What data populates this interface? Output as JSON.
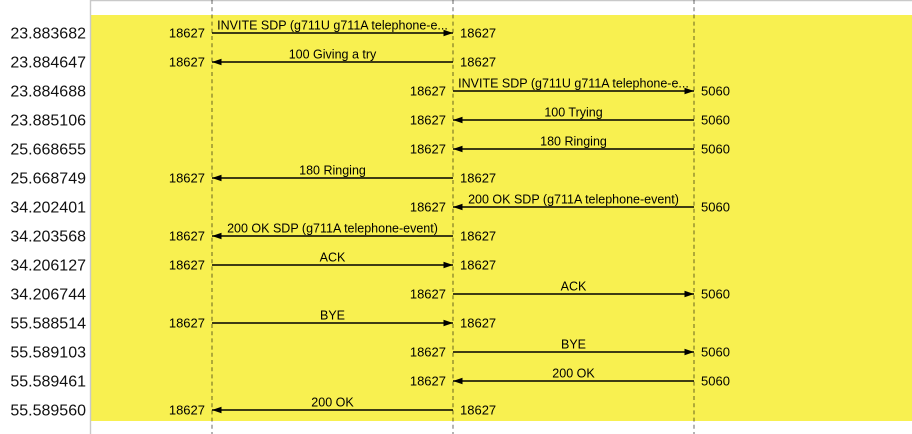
{
  "view": {
    "name": "VoIP call flow sequence",
    "timestamp_column_header": "",
    "port_labels_seen": [
      "18627",
      "5060"
    ]
  },
  "colors": {
    "canvas_yellow": "#F8F050",
    "border_gray": "#C9C9C9",
    "arrow_black": "#000000",
    "lifeline_gray": "rgba(0,0,0,0.45)",
    "timestamp_text": "#111111"
  },
  "messages": [
    {
      "time": "23.883682",
      "label": "INVITE SDP (g711U g711A telephone-e...",
      "from": 0,
      "to": 1,
      "src_port": "18627",
      "dst_port": "18627"
    },
    {
      "time": "23.884647",
      "label": "100 Giving a try",
      "from": 1,
      "to": 0,
      "src_port": "18627",
      "dst_port": "18627"
    },
    {
      "time": "23.884688",
      "label": "INVITE SDP (g711U g711A telephone-e...",
      "from": 1,
      "to": 2,
      "src_port": "18627",
      "dst_port": "5060"
    },
    {
      "time": "23.885106",
      "label": "100 Trying",
      "from": 2,
      "to": 1,
      "src_port": "5060",
      "dst_port": "18627"
    },
    {
      "time": "25.668655",
      "label": "180 Ringing",
      "from": 2,
      "to": 1,
      "src_port": "5060",
      "dst_port": "18627"
    },
    {
      "time": "25.668749",
      "label": "180 Ringing",
      "from": 1,
      "to": 0,
      "src_port": "18627",
      "dst_port": "18627"
    },
    {
      "time": "34.202401",
      "label": "200 OK SDP (g711A telephone-event)",
      "from": 2,
      "to": 1,
      "src_port": "5060",
      "dst_port": "18627"
    },
    {
      "time": "34.203568",
      "label": "200 OK SDP (g711A telephone-event)",
      "from": 1,
      "to": 0,
      "src_port": "18627",
      "dst_port": "18627"
    },
    {
      "time": "34.206127",
      "label": "ACK",
      "from": 0,
      "to": 1,
      "src_port": "18627",
      "dst_port": "18627"
    },
    {
      "time": "34.206744",
      "label": "ACK",
      "from": 1,
      "to": 2,
      "src_port": "18627",
      "dst_port": "5060"
    },
    {
      "time": "55.588514",
      "label": "BYE",
      "from": 0,
      "to": 1,
      "src_port": "18627",
      "dst_port": "18627"
    },
    {
      "time": "55.589103",
      "label": "BYE",
      "from": 1,
      "to": 2,
      "src_port": "18627",
      "dst_port": "5060"
    },
    {
      "time": "55.589461",
      "label": "200 OK",
      "from": 2,
      "to": 1,
      "src_port": "5060",
      "dst_port": "18627"
    },
    {
      "time": "55.589560",
      "label": "200 OK",
      "from": 1,
      "to": 0,
      "src_port": "18627",
      "dst_port": "18627"
    }
  ]
}
